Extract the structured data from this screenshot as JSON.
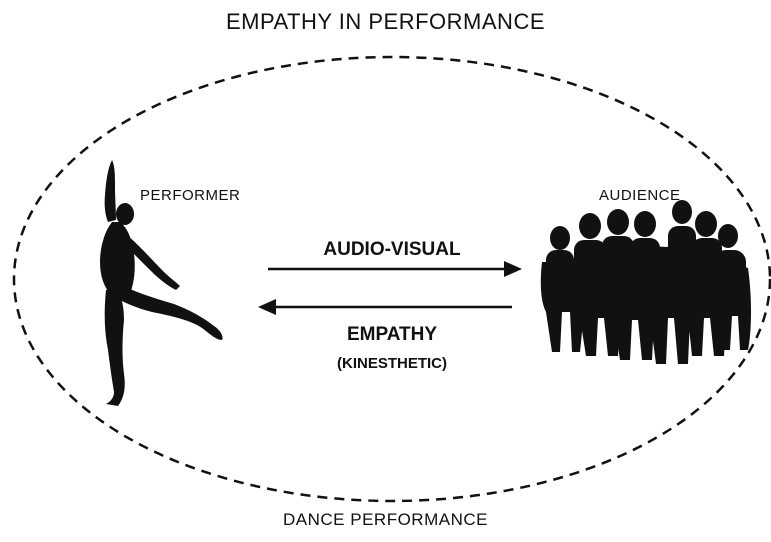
{
  "diagram": {
    "title": "EMPATHY IN PERFORMANCE",
    "footer": "DANCE PERFORMANCE",
    "performer_label": "PERFORMER",
    "audience_label": "AUDIENCE",
    "forward_arrow_label": "AUDIO-VISUAL",
    "backward_arrow_label": "EMPATHY",
    "backward_arrow_sublabel": "(KINESTHETIC)",
    "colors": {
      "ink": "#111111",
      "background": "#ffffff"
    }
  }
}
